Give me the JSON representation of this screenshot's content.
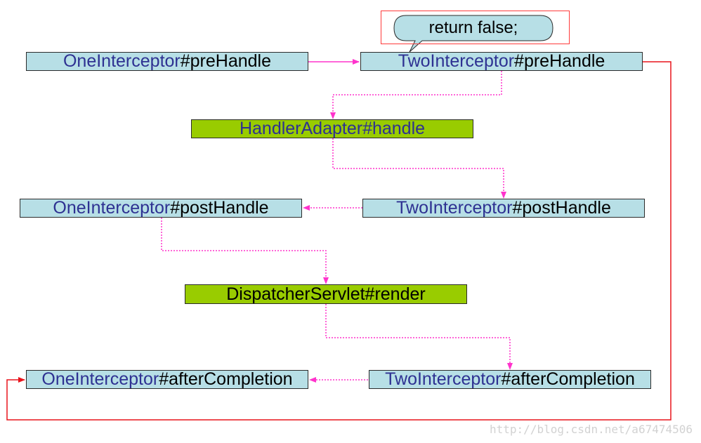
{
  "callout": {
    "text": "return false;"
  },
  "nodes": {
    "one_pre": {
      "cls": "OneInterceptor",
      "method": "#preHandle"
    },
    "two_pre": {
      "cls": "TwoInterceptor",
      "method": "#preHandle"
    },
    "adapter": {
      "cls": "HandlerAdapter#handle",
      "method": ""
    },
    "one_post": {
      "cls": "OneInterceptor",
      "method": "#postHandle"
    },
    "two_post": {
      "cls": "TwoInterceptor",
      "method": "#postHandle"
    },
    "render": {
      "cls": "",
      "method": "DispatcherServlet#render"
    },
    "one_after": {
      "cls": "OneInterceptor",
      "method": "#afterCompletion"
    },
    "two_after": {
      "cls": "TwoInterceptor",
      "method": "#afterCompletion"
    }
  },
  "watermark": "http://blog.csdn.net/a67474506",
  "colors": {
    "node_fill": "#b7dfe6",
    "adapter_fill": "#99cc00",
    "class_text": "#2e3192",
    "solid_arrow": "#ff33cc",
    "dotted_arrow": "#ff33cc",
    "return_path": "#e8141b",
    "callout_border": "#ff3b3b",
    "bubble_fill": "#b7dfe6"
  }
}
